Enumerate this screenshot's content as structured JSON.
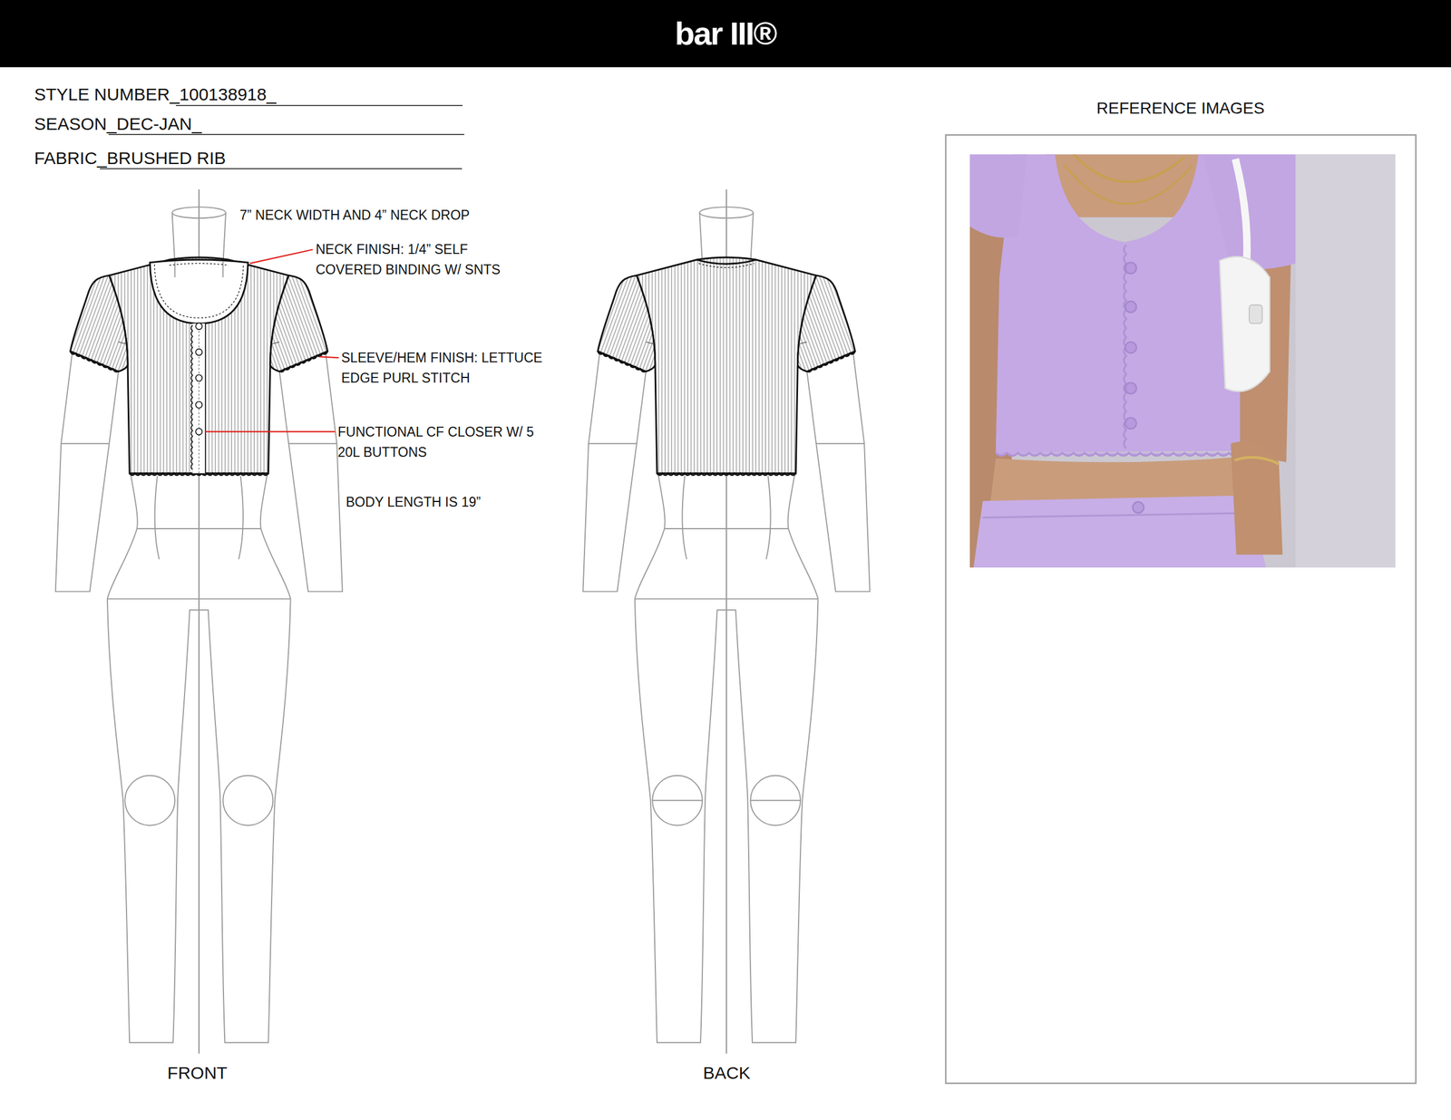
{
  "diagram": {
    "nodes": [
      {
        "text": [
          "bar III®"
        ]
      },
      {
        "text": [
          "REFERENCE IMAGES"
        ]
      }
    ],
    "labels": [
      "STYLE NUMBER_100138918_",
      "SEASON_DEC-JAN_",
      "FABRIC_BRUSHED RIB",
      "7” NECK WIDTH AND 4” NECK DROP",
      "NECK FINISH: 1/4” SELF COVERED BINDING W/ SNTS",
      "SLEEVE/HEM FINISH: LETTUCE EDGE PURL STITCH",
      "FUNCTIONAL CF CLOSER W/ 5 20L BUTTONS",
      "BODY LENGTH IS 19”",
      "FRONT",
      "BACK"
    ]
  }
}
